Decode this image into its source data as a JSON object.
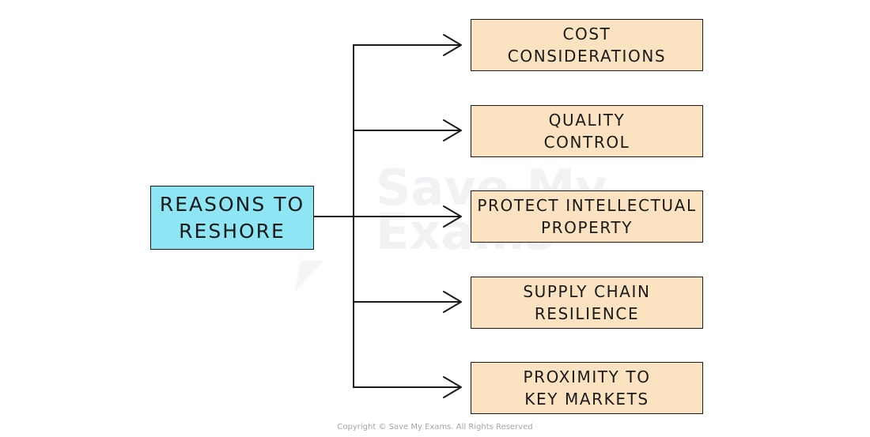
{
  "root": {
    "lines": [
      "REASONS TO",
      "RESHORE"
    ],
    "color": "#8ee6f5"
  },
  "reasons": [
    {
      "lines": [
        "COST",
        "CONSIDERATIONS"
      ]
    },
    {
      "lines": [
        "QUALITY",
        "CONTROL"
      ]
    },
    {
      "lines": [
        "PROTECT INTELLECTUAL",
        "PROPERTY"
      ]
    },
    {
      "lines": [
        "SUPPLY CHAIN",
        "RESILIENCE"
      ]
    },
    {
      "lines": [
        "PROXIMITY TO",
        "KEY MARKETS"
      ]
    }
  ],
  "reason_color": "#fbe3c1",
  "watermark": {
    "lines": [
      "Save My",
      "Exams"
    ]
  },
  "copyright": "Copyright © Save My Exams. All Rights Reserved"
}
